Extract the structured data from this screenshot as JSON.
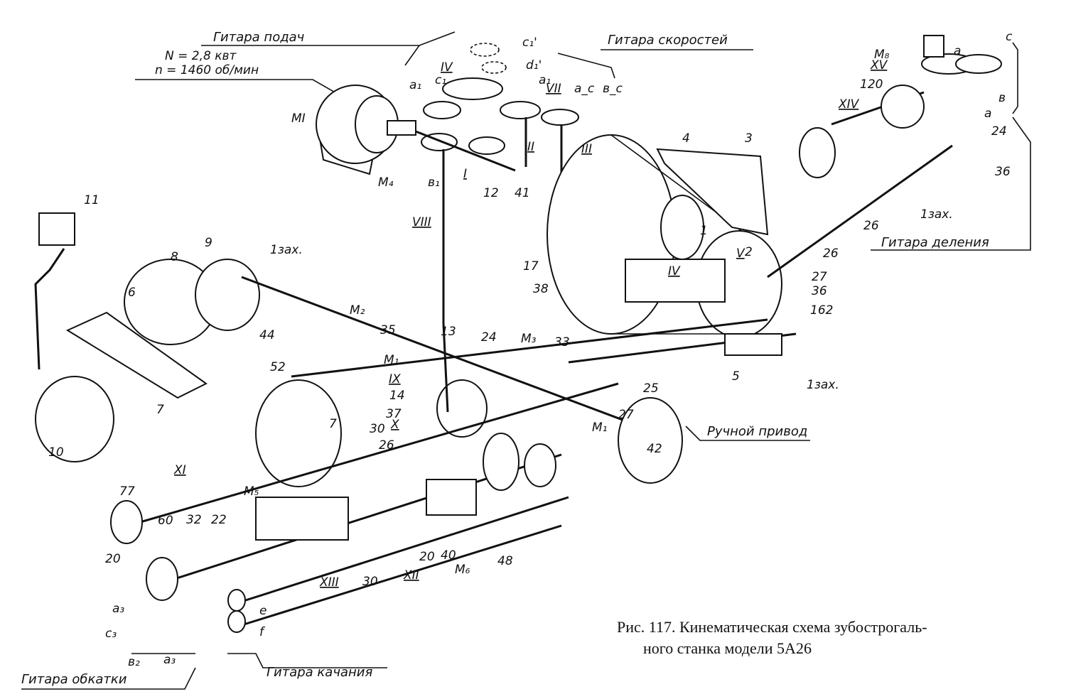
{
  "figure": {
    "caption_line1": "Рис. 117. Кинематическая схема зубострогаль-",
    "caption_line2": "ного станка модели 5А26"
  },
  "groups": {
    "feed_guitar": "Гитара подач",
    "speed_guitar": "Гитара скоростей",
    "index_guitar": "Гитара деления",
    "roll_guitar": "Гитара обкатки",
    "swing_guitar": "Гитара качания",
    "manual_drive": "Ручной привод"
  },
  "motor": {
    "power": "N = 2,8 квт",
    "speed": "n = 1460 об/мин",
    "label": "MI"
  },
  "labels": [
    "c₁'",
    "d₁'",
    "IV",
    "VII",
    "c₁",
    "a₁",
    "a₁",
    "a_c",
    "в_c",
    "M₄",
    "в₁",
    "I",
    "12",
    "41",
    "II",
    "III",
    "VIII",
    "4",
    "3",
    "1",
    "2",
    "V",
    "IV",
    "17",
    "38",
    "5",
    "162",
    "36",
    "27",
    "26",
    "26",
    "1зах.",
    "36",
    "24",
    "120",
    "XIV",
    "XV",
    "M₈",
    "a",
    "c",
    "в",
    "a",
    "11",
    "9",
    "8",
    "1зах.",
    "6",
    "44",
    "M₂",
    "35",
    "13",
    "M₁",
    "24",
    "M₃",
    "33",
    "IX",
    "14",
    "37",
    "X",
    "52",
    "30",
    "26",
    "7",
    "7",
    "10",
    "1зах.",
    "25",
    "27",
    "M₁",
    "42",
    "48",
    "M₆",
    "40",
    "20",
    "XII",
    "30",
    "XIII",
    "77",
    "XI",
    "M₅",
    "60",
    "32",
    "22",
    "20",
    "a₃",
    "c₃",
    "в₂",
    "a₃",
    "e",
    "f"
  ]
}
